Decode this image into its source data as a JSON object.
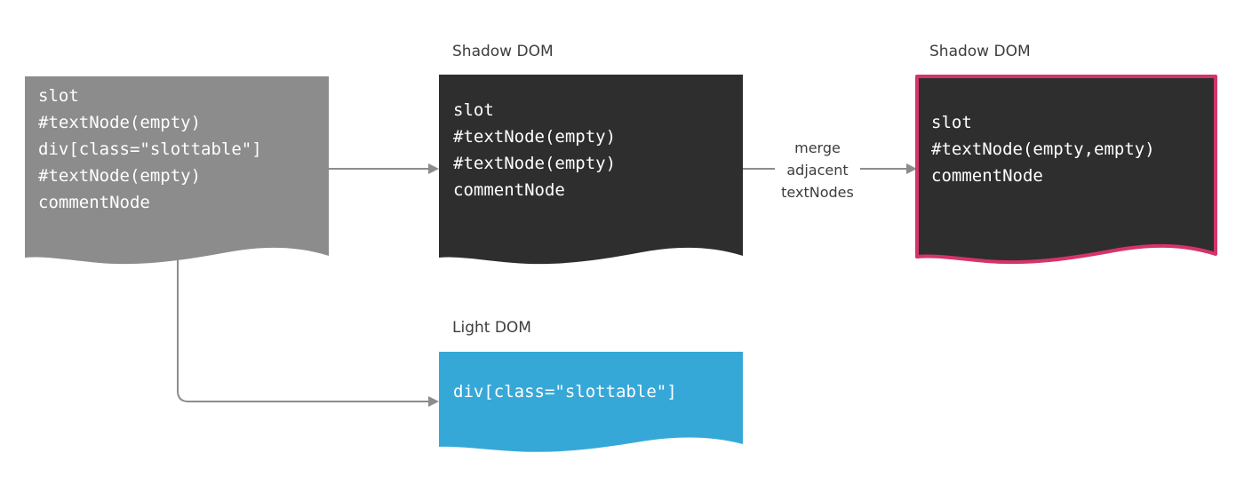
{
  "colors": {
    "source_doc": "#8c8c8c",
    "shadow_doc": "#2e2e2e",
    "light_doc": "#36a8d8",
    "highlight_border": "#d6336c",
    "connector": "#8c8c8c",
    "heading_text": "#3d3d3d"
  },
  "source": {
    "lines": [
      "slot",
      "#textNode(empty)",
      "div[class=\"slottable\"]",
      "#textNode(empty)",
      "commentNode"
    ]
  },
  "shadow_before": {
    "heading": "Shadow DOM",
    "lines": [
      "slot",
      "#textNode(empty)",
      "#textNode(empty)",
      "commentNode"
    ]
  },
  "shadow_after": {
    "heading": "Shadow DOM",
    "lines": [
      "slot",
      "#textNode(empty,empty)",
      "commentNode"
    ]
  },
  "light": {
    "heading": "Light DOM",
    "lines": [
      "div[class=\"slottable\"]"
    ]
  },
  "merge_label": {
    "lines": [
      "merge",
      "adjacent",
      "textNodes"
    ]
  }
}
